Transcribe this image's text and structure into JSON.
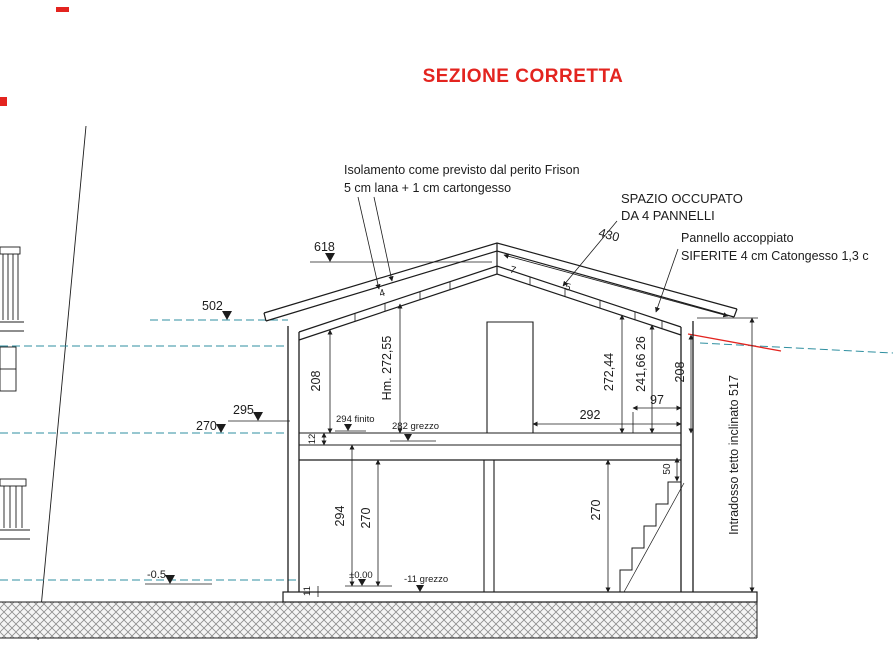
{
  "title": "SEZIONE CORRETTA",
  "annotations": {
    "iso1": "Isolamento come previsto dal perito Frison",
    "iso2": "5 cm lana + 1 cm cartongesso",
    "spazio1": "SPAZIO OCCUPATO",
    "spazio2": "DA 4 PANNELLI",
    "pannello1": "Pannello accoppiato",
    "pannello2": "SIFERITE 4 cm Catongesso 1,3 c",
    "intradosso": "Intradosso tetto inclinato 517"
  },
  "levels": {
    "ridge": "618",
    "eave": "502",
    "floor_finito_ext": "295",
    "floor_grezzo_ext": "270",
    "ground_ext": "-0.5",
    "zero": "±0.00",
    "minus11": "-11 grezzo",
    "finito": "294 finito",
    "grezzo": "282 grezzo"
  },
  "dims": {
    "roof_slope": "430",
    "h208_left": "208",
    "hm": "Hm. 272,55",
    "h272": "272,44",
    "h241": "241,66 26",
    "h208_right": "208",
    "w292": "292",
    "w97": "97",
    "t12": "12",
    "h294": "294",
    "h270_left": "270",
    "h270_right": "270",
    "h50": "50",
    "t11": "11",
    "p7": "7",
    "p5": "5",
    "p4": "4"
  },
  "colors": {
    "accent_red": "#e3241f",
    "dashed_reference": "#2f8fa0",
    "drawing_line": "#1c1c1c",
    "hatch_gray": "#8e8e8e"
  }
}
